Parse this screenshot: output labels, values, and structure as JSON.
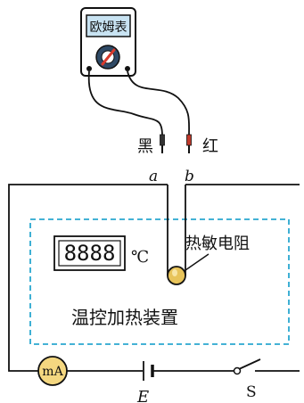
{
  "meter": {
    "title": "欧姆表"
  },
  "leads": {
    "black_label": "黑",
    "red_label": "红",
    "terminal_a": "a",
    "terminal_b": "b"
  },
  "device": {
    "name": "温控加热装置",
    "display_digits": "8888",
    "unit": "℃",
    "thermistor_label": "热敏电阻"
  },
  "circuit": {
    "ammeter_label": "mA",
    "battery_label": "E",
    "switch_label": "S"
  },
  "colors": {
    "meter_screen": "#c8e3f2",
    "dial_face": "#2f4a66",
    "pointer": "#d93a2b",
    "dashed_box": "#2aa7cf",
    "thermistor": "#e8c45a",
    "ammeter_fill": "#f4d780",
    "red_lead": "#c0392b"
  }
}
